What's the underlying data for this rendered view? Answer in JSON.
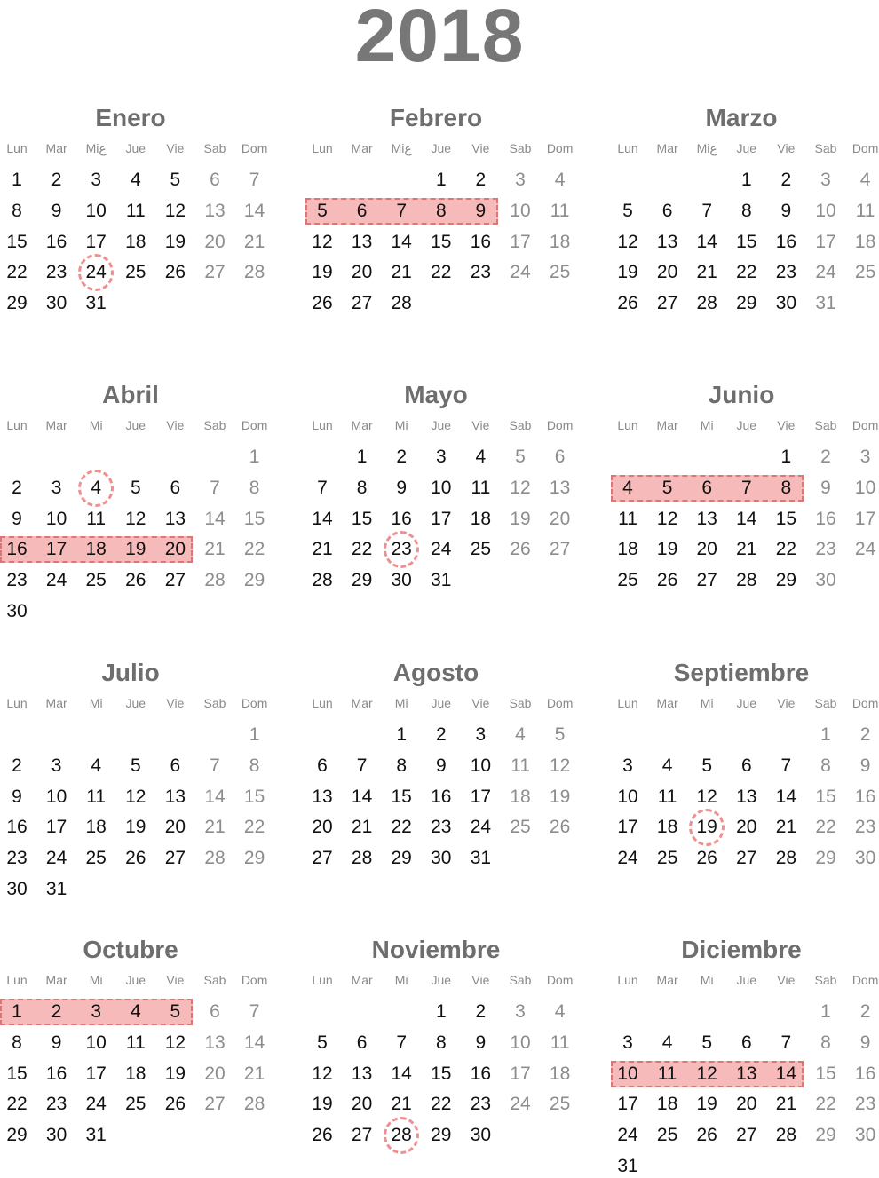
{
  "year": "2018",
  "weekdays_default": [
    "Lun",
    "Mar",
    "Mi",
    "Jue",
    "Vie",
    "Sab",
    "Dom"
  ],
  "weekdays_alt": [
    "Lun",
    "Mar",
    "Miع",
    "Jue",
    "Vie",
    "Sab",
    "Dom"
  ],
  "months": [
    {
      "name": "Enero",
      "alt": true,
      "offset": 0,
      "days": 31,
      "highlight": null,
      "circle": 24
    },
    {
      "name": "Febrero",
      "alt": true,
      "offset": 3,
      "days": 28,
      "highlight": [
        5,
        9
      ],
      "circle": null
    },
    {
      "name": "Marzo",
      "alt": true,
      "offset": 3,
      "days": 31,
      "highlight": null,
      "circle": null
    },
    {
      "name": "Abril",
      "alt": false,
      "offset": 6,
      "days": 30,
      "highlight": [
        16,
        20
      ],
      "circle": 4
    },
    {
      "name": "Mayo",
      "alt": false,
      "offset": 1,
      "days": 31,
      "highlight": null,
      "circle": 23
    },
    {
      "name": "Junio",
      "alt": false,
      "offset": 4,
      "days": 30,
      "highlight": [
        4,
        8
      ],
      "circle": null
    },
    {
      "name": "Julio",
      "alt": false,
      "offset": 6,
      "days": 31,
      "highlight": null,
      "circle": null
    },
    {
      "name": "Agosto",
      "alt": false,
      "offset": 2,
      "days": 31,
      "highlight": null,
      "circle": null
    },
    {
      "name": "Septiembre",
      "alt": false,
      "offset": 5,
      "days": 30,
      "highlight": null,
      "circle": 19
    },
    {
      "name": "Octubre",
      "alt": false,
      "offset": 0,
      "days": 31,
      "highlight": [
        1,
        5
      ],
      "circle": null
    },
    {
      "name": "Noviembre",
      "alt": false,
      "offset": 3,
      "days": 30,
      "highlight": null,
      "circle": 28
    },
    {
      "name": "Diciembre",
      "alt": false,
      "offset": 5,
      "days": 31,
      "highlight": [
        10,
        14
      ],
      "circle": null
    }
  ]
}
